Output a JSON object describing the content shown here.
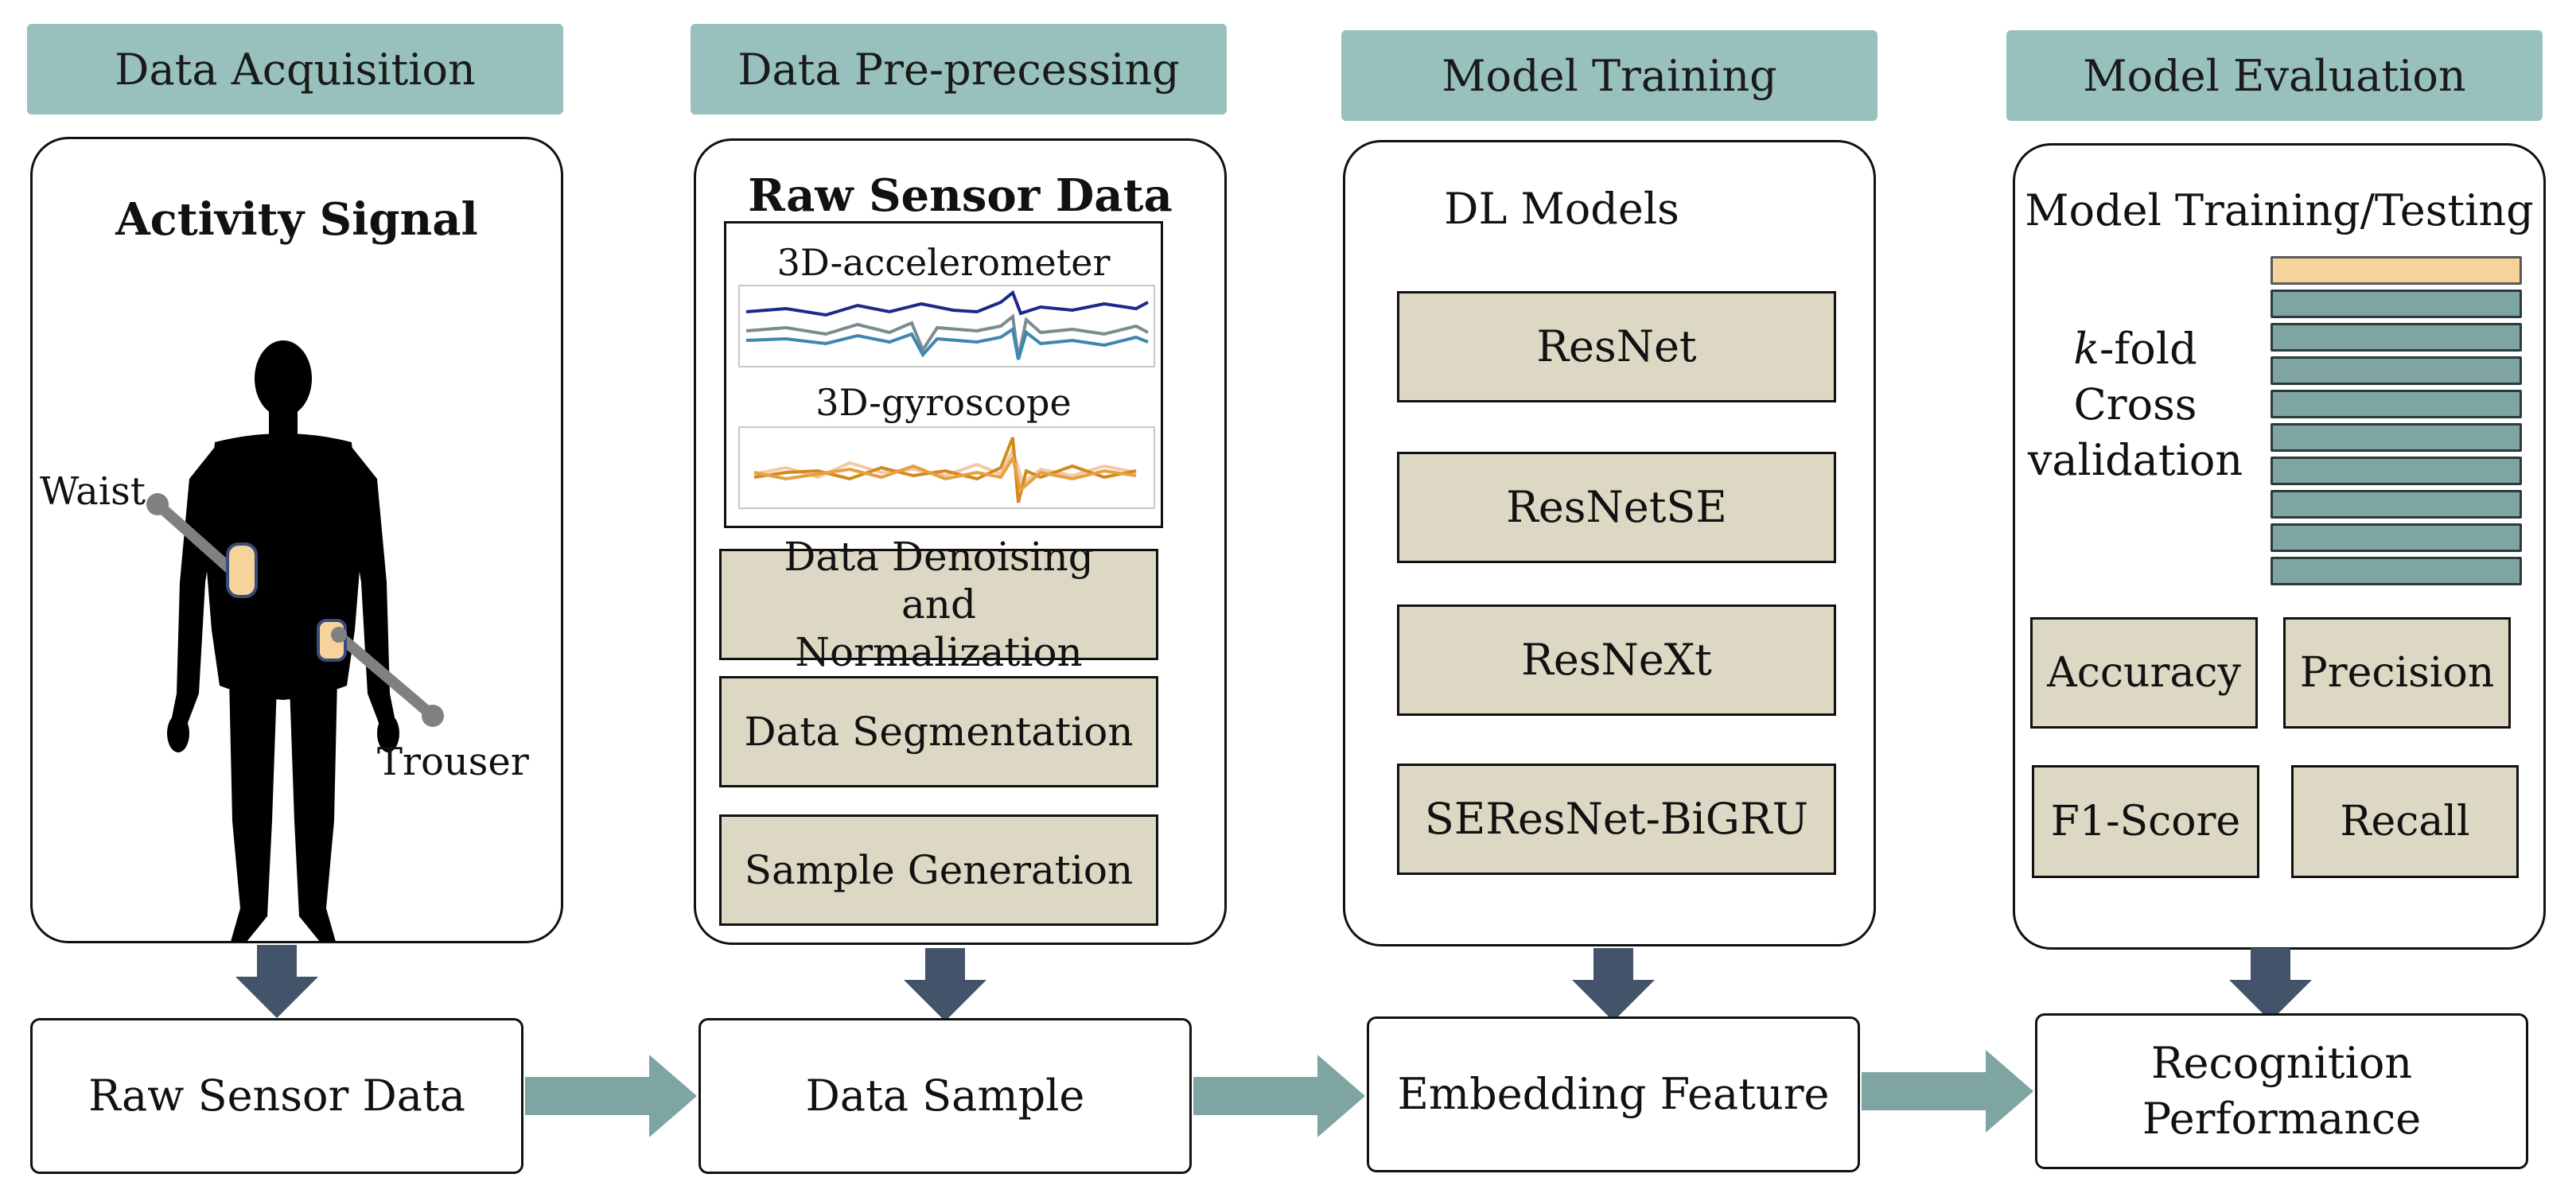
{
  "stages": {
    "acquisition": "Data Acquisition",
    "preprocessing": "Data Pre-precessing",
    "training": "Model Training",
    "evaluation": "Model Evaluation"
  },
  "acquisition_panel": {
    "title": "Activity Signal",
    "waist_label": "Waist",
    "trouser_label": "Trouser"
  },
  "preprocessing_panel": {
    "title": "Raw Sensor Data",
    "accel_label": "3D-accelerometer",
    "gyro_label": "3D-gyroscope",
    "steps": [
      "Data Denoising and Normalization",
      "Data Segmentation",
      "Sample Generation"
    ]
  },
  "training_panel": {
    "title": "DL Models",
    "models": [
      "ResNet",
      "ResNetSE",
      "ResNeXt",
      "SEResNet-BiGRU"
    ]
  },
  "evaluation_panel": {
    "title": "Model Training/Testing",
    "kfold_k": "k",
    "kfold_rest": "-fold",
    "kfold_line2": "Cross",
    "kfold_line3": "validation",
    "metrics": [
      "Accuracy",
      "Precision",
      "F1-Score",
      "Recall"
    ]
  },
  "outputs": [
    "Raw Sensor Data",
    "Data Sample",
    "Embedding Feature",
    "Recognition Performance"
  ],
  "colors": {
    "header": "#98c1bd",
    "tan_box": "#dcd8c4",
    "down_arrow": "#435369",
    "right_arrow": "#7fa5a3",
    "fold_train": "#7fa5a3",
    "fold_test": "#f5d39a"
  }
}
